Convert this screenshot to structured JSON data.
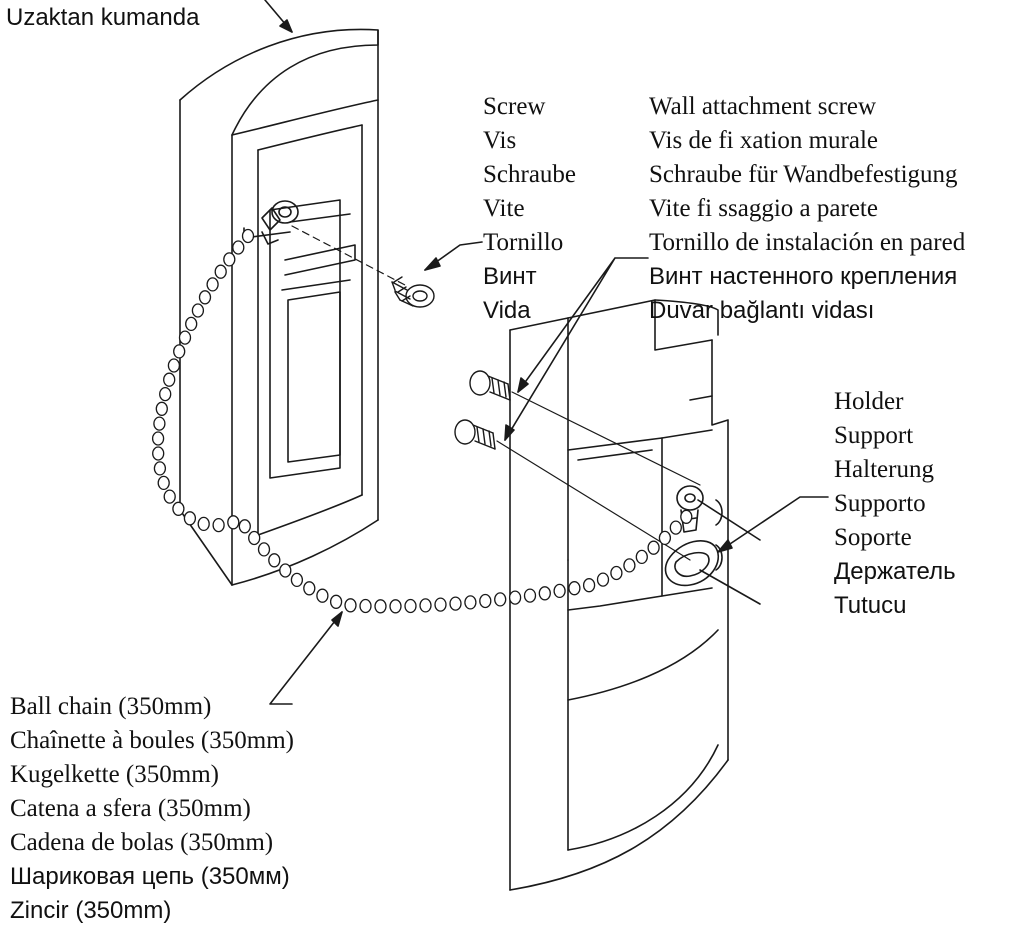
{
  "labels": {
    "remote_control": [
      "Uzaktan kumanda"
    ],
    "screw": [
      "Screw",
      "Vis",
      "Schraube",
      "Vite",
      "Tornillo",
      "Винт",
      "Vida"
    ],
    "wall_attachment_screw": [
      "Wall attachment screw",
      "Vis de fi xation murale",
      "Schraube für Wandbefestigung",
      "Vite fi ssaggio a parete",
      "Tornillo de instalación en pared",
      "Винт настенного крепления",
      "Duvar bağlantı vidası"
    ],
    "holder": [
      "Holder",
      "Support",
      "Halterung",
      "Supporto",
      "Soporte",
      "Держатель",
      "Tutucu"
    ],
    "ball_chain": [
      "Ball chain (350mm)",
      "Chaînette à boules (350mm)",
      "Kugelkette (350mm)",
      "Catena a sfera (350mm)",
      "Cadena de bolas (350mm)",
      "Шариковая цепь (350мм)",
      "Zincir (350mm)"
    ]
  },
  "colors": {
    "line": "#1a1a1a",
    "background": "#ffffff"
  }
}
